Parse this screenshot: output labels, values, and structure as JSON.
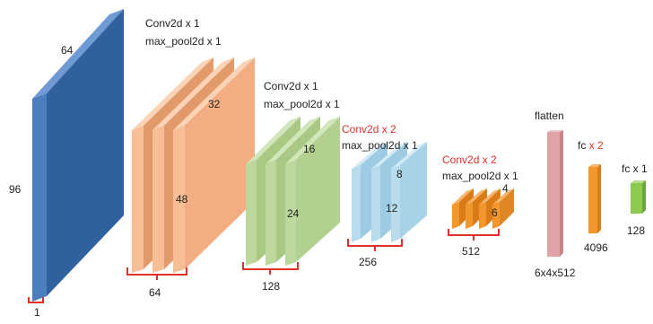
{
  "input": {
    "height_label": "96",
    "width_label": "64",
    "channels_label": "1"
  },
  "block1": {
    "op1": "Conv2d x 1",
    "op2": "max_pool2d x 1",
    "width_label": "32",
    "height_label": "48",
    "channels_label": "64"
  },
  "block2": {
    "op1": "Conv2d x 1",
    "op2": "max_pool2d x 1",
    "width_label": "16",
    "height_label": "24",
    "channels_label": "128"
  },
  "block3": {
    "op1_prefix": "Conv2d x 2",
    "op2": "max_pool2d x 1",
    "width_label": "8",
    "height_label": "12",
    "channels_label": "256"
  },
  "block4": {
    "op1_prefix": "Conv2d x 2",
    "op2": "max_pool2d x 1",
    "width_label": "4",
    "height_label": "6",
    "channels_label": "512"
  },
  "flatten": {
    "label": "flatten",
    "size_label": "6x4x512"
  },
  "fc1": {
    "label_prefix": "fc",
    "label_suffix": " x 2",
    "size_label": "4096"
  },
  "fc2": {
    "label": "fc x 1",
    "size_label": "128"
  },
  "colors": {
    "input": "#4a7ebf",
    "block1": "#f8be96",
    "block2": "#bcd89c",
    "block3": "#b9dced",
    "block4": "#f2962e",
    "flatten": "#e0a3a6",
    "fc1": "#f2962e",
    "fc2": "#8bc94f",
    "bracket": "#e0302a",
    "accent_text": "#e0302a"
  }
}
